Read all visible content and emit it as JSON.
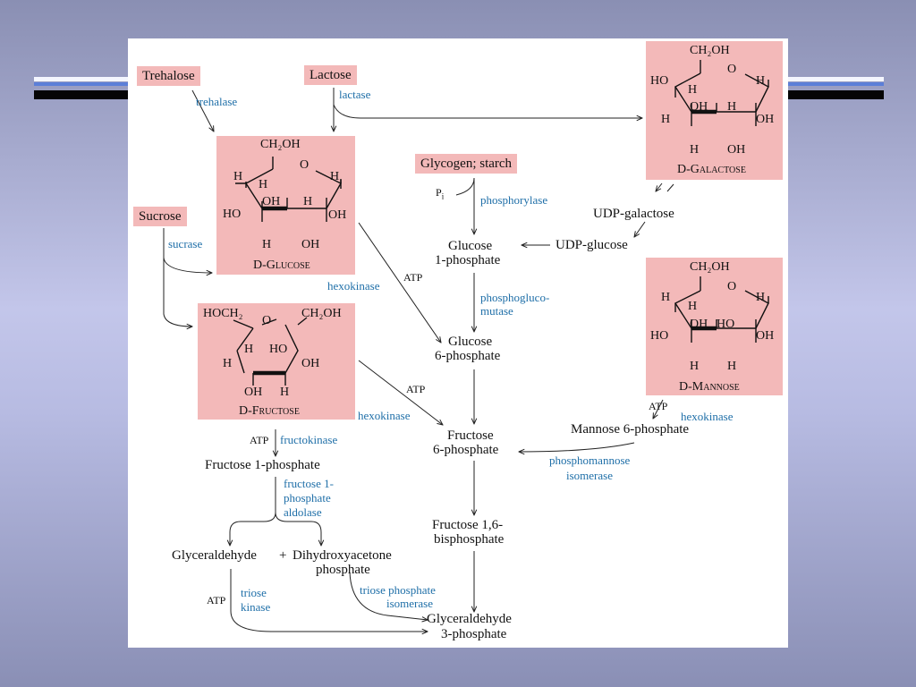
{
  "sugars": {
    "trehalose": "Trehalose",
    "lactose": "Lactose",
    "sucrose": "Sucrose",
    "glycogen": "Glycogen; starch",
    "glucose": "D-Glucose",
    "fructose": "D-Fructose",
    "galactose": "D-Galactose",
    "mannose": "D-Mannose"
  },
  "intermediates": {
    "udp_galactose": "UDP-galactose",
    "udp_glucose": "UDP-glucose",
    "glucose_1p_a": "Glucose",
    "glucose_1p_b": "1-phosphate",
    "glucose_6p_a": "Glucose",
    "glucose_6p_b": "6-phosphate",
    "fructose_6p_a": "Fructose",
    "fructose_6p_b": "6-phosphate",
    "mannose_6p": "Mannose 6-phosphate",
    "fructose_1p": "Fructose 1-phosphate",
    "f16bp_a": "Fructose 1,6-",
    "f16bp_b": "bisphosphate",
    "glyceraldehyde": "Glyceraldehyde",
    "plus": "+",
    "dhap_a": "Dihydroxyacetone",
    "dhap_b": "phosphate",
    "g3p_a": "Glyceraldehyde",
    "g3p_b": "3-phosphate"
  },
  "enzymes": {
    "trehalase": "trehalase",
    "lactase": "lactase",
    "sucrase": "sucrase",
    "phosphorylase": "phosphorylase",
    "phosphoglucomutase_a": "phosphogluco-",
    "phosphoglucomutase_b": "mutase",
    "hexokinase_glc": "hexokinase",
    "hexokinase_fru": "hexokinase",
    "hexokinase_man": "hexokinase",
    "fructokinase": "fructokinase",
    "phosphomannose_a": "phosphomannose",
    "phosphomannose_b": "isomerase",
    "f1p_aldolase_a": "fructose 1-",
    "f1p_aldolase_b": "phosphate",
    "f1p_aldolase_c": "aldolase",
    "triose_kinase_a": "triose",
    "triose_kinase_b": "kinase",
    "tpi_a": "triose phosphate",
    "tpi_b": "isomerase"
  },
  "cofactors": {
    "atp": "ATP",
    "pi": "P"
  },
  "structure_atoms": {
    "ch2oh": "CH₂OH",
    "hoch2": "HOCH₂",
    "o": "O",
    "h": "H",
    "oh": "OH",
    "ho": "HO"
  }
}
